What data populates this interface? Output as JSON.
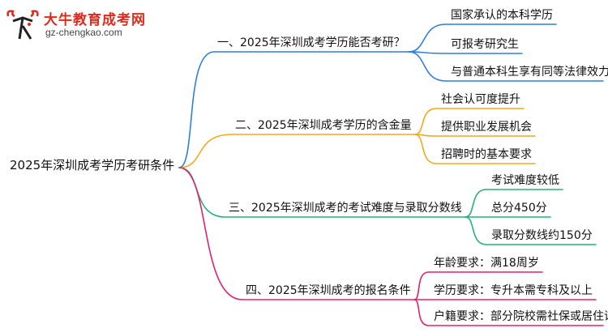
{
  "logo": {
    "name": "大牛教育成考网",
    "url": "gz-chengkao.com"
  },
  "root": {
    "label": "2025年深圳成考学历考研条件"
  },
  "branches": [
    {
      "label": "一、2025年深圳成考学历能否考研？",
      "color": "#2f7fe0",
      "children": [
        "国家承认的本科学历",
        "可报考研究生",
        "与普通本科生享有同等法律效力"
      ]
    },
    {
      "label": "二、2025年深圳成考学历的含金量",
      "color": "#f2a81d",
      "children": [
        "社会认可度提升",
        "提供职业发展机会",
        "招聘时的基本要求"
      ]
    },
    {
      "label": "三、2025年深圳成考的考试难度与录取分数线",
      "color": "#27b07a",
      "children": [
        "考试难度较低",
        "总分450分",
        "录取分数线约150分"
      ]
    },
    {
      "label": "四、2025年深圳成考的报名条件",
      "color": "#e0226e",
      "children": [
        "年龄要求：满18周岁",
        "学历要求：专升本需专科及以上",
        "户籍要求：部分院校需社保或居住证明"
      ]
    }
  ]
}
